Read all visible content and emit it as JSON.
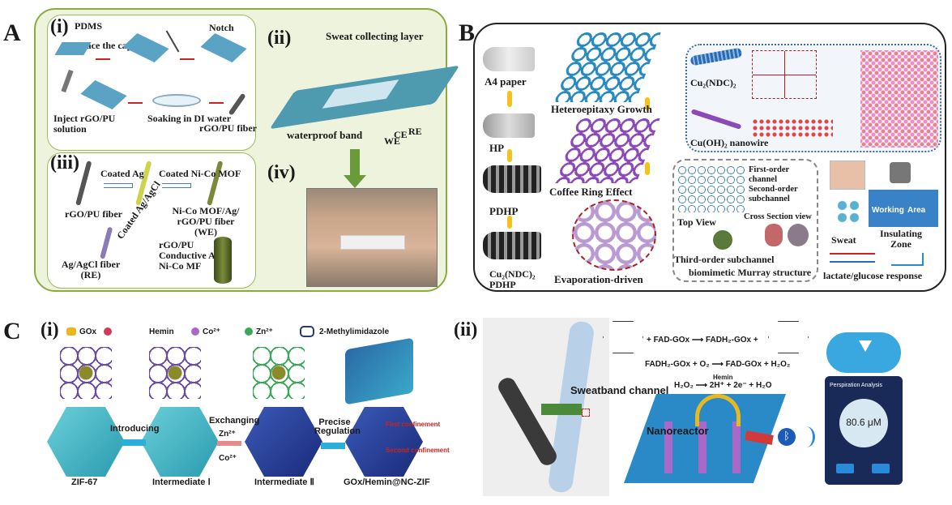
{
  "panels": {
    "A": {
      "letter": "A",
      "i": "(i)",
      "ii": "(ii)",
      "iii": "(iii)",
      "iv": "(iv)",
      "labels": {
        "pdms": "PDMS",
        "place_capillary": "Place the capillary",
        "notch": "Notch",
        "inject": "Inject rGO/PU solution",
        "soaking": "Soaking in DI water",
        "fiber": "rGO/PU fiber",
        "sweat_layer": "Sweat collecting layer",
        "waterproof": "waterproof band",
        "we": "WE",
        "ce": "CE",
        "re": "RE",
        "coated_ag": "Coated Ag",
        "coated_nico": "Coated Ni-Co MOF",
        "rgo_fiber2": "rGO/PU fiber",
        "nico_we": "Ni-Co MOF/Ag/ rGO/PU fiber (WE)",
        "coated_agagcl": "Coated Ag/AgCl",
        "agagcl_re": "Ag/AgCl fiber (RE)",
        "layer1": "rGO/PU",
        "layer2": "Conductive Ag",
        "layer3": "Ni-Co MF"
      },
      "colors": {
        "bg": "#eef3dd",
        "border": "#8bab3f"
      }
    },
    "B": {
      "letter": "B",
      "labels": {
        "a4": "A4 paper",
        "hp": "HP",
        "pdhp": "PDHP",
        "cu2pdhp_1": "Cu₂(NDC)₂",
        "cu2pdhp_2": "PDHP",
        "hetero": "Heteroepitaxy Growth",
        "coffee": "Coffee Ring Effect",
        "evap": "Evaporation-driven",
        "cundc": "Cu₂(NDC)₂",
        "cuoh": "Cu(OH)₂ nanowire",
        "first": "First-order channel",
        "second": "Second-order subchannel",
        "top_view": "Top View",
        "cross": "Cross Section view",
        "third": "Third-order subchannel",
        "murray": "biomimetic Murray structure",
        "sweat": "Sweat",
        "insulating": "Insulating Zone",
        "working": "Working",
        "area": "Area",
        "response": "lactate/glucose response"
      }
    },
    "C": {
      "letter": "C",
      "i": "(i)",
      "ii": "(ii)",
      "legend": {
        "gox": "GOx",
        "hemin": "Hemin",
        "co": "Co²⁺",
        "zn": "Zn²⁺",
        "mim": "2-Methylimidazole"
      },
      "labels": {
        "zif67": "ZIF-67",
        "inter1": "Intermediate Ⅰ",
        "inter2": "Intermediate Ⅱ",
        "final": "GOx/Hemin@NC-ZIF",
        "introducing": "Introducing",
        "exchanging": "Exchanging",
        "zn_in": "Zn²⁺",
        "co_out": "Co²⁺",
        "precise": "Precise Regulation",
        "first_conf": "First confinement",
        "second_conf": "Second confinement",
        "sweatband": "Sweatband channel",
        "nanoreactor": "Nanoreactor",
        "eq1": "+ FAD-GOx ⟶ FADH₂-GOx +",
        "eq2": "FADH₂-GOx + O₂ ⟶ FAD-GOx + H₂O₂",
        "eq3": "H₂O₂ ⟶ 2H⁺ + 2e⁻ + H₂O",
        "hemin_cat": "Hemin",
        "app_title": "Perspiration Analysis",
        "app_value": "80.6 μM"
      }
    }
  }
}
